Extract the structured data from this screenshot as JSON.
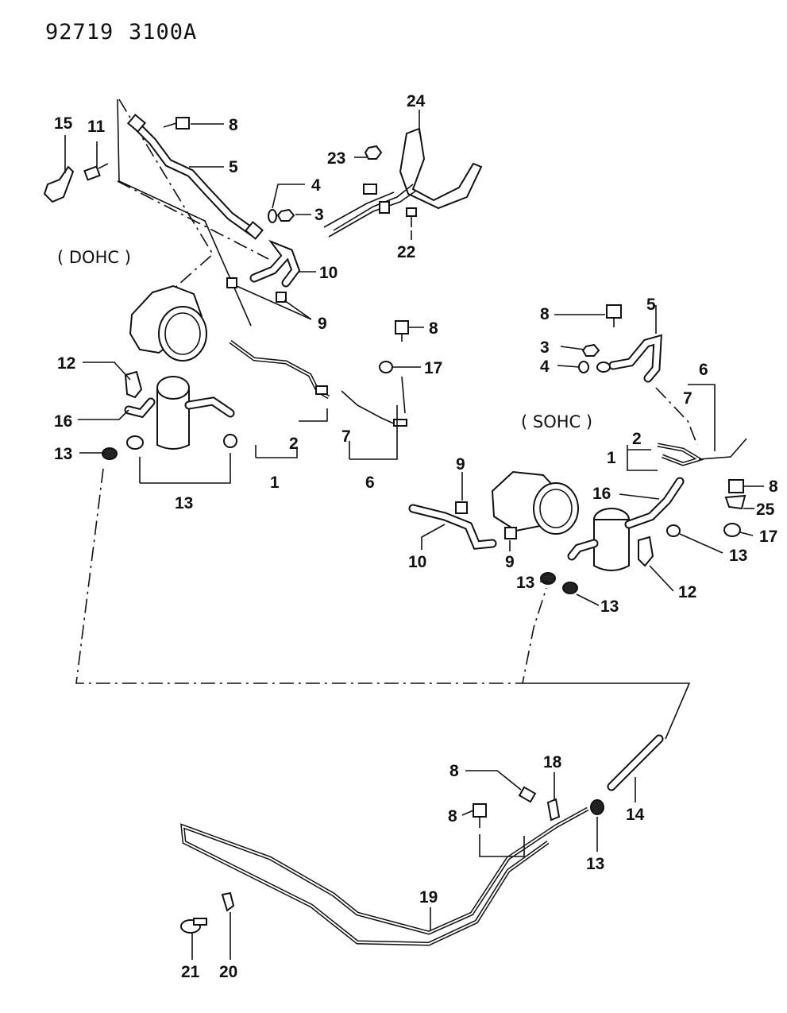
{
  "header": {
    "part_number": "92719",
    "diagram_code": "3100A"
  },
  "variants": {
    "dohc": "( DOHC )",
    "sohc": "( SOHC )"
  },
  "callouts": {
    "c15": "15",
    "c11": "11",
    "c8a": "8",
    "c5a": "5",
    "c24": "24",
    "c23": "23",
    "c4a": "4",
    "c3a": "3",
    "c22": "22",
    "c10a": "10",
    "c9a": "9",
    "c8b": "8",
    "c17a": "17",
    "c12a": "12",
    "c16a": "16",
    "c13a": "13",
    "c2a": "2",
    "c7a": "7",
    "c1a": "1",
    "c13b": "13",
    "c6a": "6",
    "c8c": "8",
    "c5b": "5",
    "c3b": "3",
    "c4b": "4",
    "c6b": "6",
    "c7b": "7",
    "c2b": "2",
    "c1b": "1",
    "c9b": "9",
    "c16b": "16",
    "c8d": "8",
    "c25": "25",
    "c17b": "17",
    "c13c": "13",
    "c10b": "10",
    "c9c": "9",
    "c13d": "13",
    "c12b": "12",
    "c13e": "13",
    "c8e": "8",
    "c18": "18",
    "c8f": "8",
    "c14": "14",
    "c13f": "13",
    "c19": "19",
    "c21": "21",
    "c20": "20"
  }
}
